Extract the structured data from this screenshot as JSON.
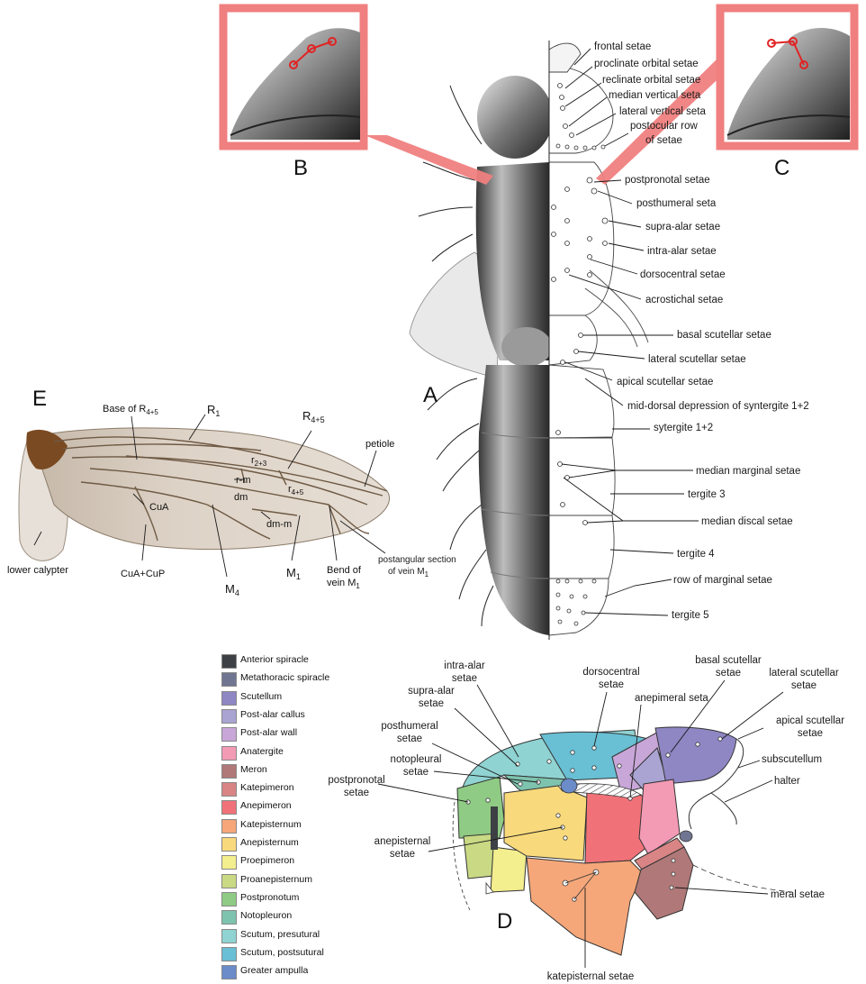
{
  "panels": {
    "a": "A",
    "b": "B",
    "c": "C",
    "d": "D",
    "e": "E"
  },
  "panel_a_labels": [
    "frontal setae",
    "proclinate orbital setae",
    "reclinate orbital setae",
    "median vertical seta",
    "lateral vertical seta",
    "postocular row",
    "of setae",
    "postpronotal setae",
    "posthumeral seta",
    "supra-alar setae",
    "intra-alar setae",
    "dorsocentral setae",
    "acrostichal setae",
    "basal scutellar setae",
    "lateral scutellar setae",
    "apical scutellar setae",
    "mid-dorsal depression of syntergite 1+2",
    "sytergite 1+2",
    "median marginal setae",
    "tergite 3",
    "median discal setae",
    "tergite 4",
    "row of marginal setae",
    "tergite 5"
  ],
  "panel_d_labels": {
    "intra_alar": [
      "intra-alar",
      "setae"
    ],
    "dorsocentral": [
      "dorsocentral",
      "setae"
    ],
    "basal_scutellar": [
      "basal scutellar",
      "setae"
    ],
    "lateral_scutellar": [
      "lateral scutellar",
      "setae"
    ],
    "supra_alar": [
      "supra-alar",
      "setae"
    ],
    "anepimeral": [
      "anepimeral seta"
    ],
    "apical_scutellar": [
      "apical scutellar",
      "setae"
    ],
    "posthumeral": [
      "posthumeral",
      "setae"
    ],
    "notopleural": [
      "notopleural",
      "setae"
    ],
    "subscutellum": [
      "subscutellum"
    ],
    "postpronotal": [
      "postpronotal",
      "setae"
    ],
    "halter": [
      "halter"
    ],
    "anepisternal": [
      "anepisternal",
      "setae"
    ],
    "meral": [
      "meral setae"
    ],
    "katepisternal": [
      "katepisternal setae"
    ]
  },
  "wing_labels": {
    "base_r45": "Base of R",
    "base_r45_sub": "4+5",
    "r1": "R",
    "r1_sub": "1",
    "R45": "R",
    "R45_sub": "4+5",
    "petiole": "petiole",
    "r23": "r",
    "r23_sub": "2+3",
    "rm": "r-m",
    "cua": "CuA",
    "dm": "dm",
    "r45": "r",
    "r45_sub": "4+5",
    "dmm": "dm-m",
    "lower_calypter": "lower calypter",
    "cuacup": "CuA+CuP",
    "m4": "M",
    "m4_sub": "4",
    "m1": "M",
    "m1_sub": "1",
    "bend": "Bend of",
    "bend2": "vein M",
    "bend2_sub": "1",
    "postang": "postangular section",
    "postang2": "of vein M",
    "postang2_sub": "1"
  },
  "legend": [
    {
      "label": "Anterior spiracle",
      "color": "#3d4044"
    },
    {
      "label": "Metathoracic spiracle",
      "color": "#707591"
    },
    {
      "label": "Scutellum",
      "color": "#8f86c4"
    },
    {
      "label": "Post-alar callus",
      "color": "#a9a4d2"
    },
    {
      "label": "Post-alar wall",
      "color": "#c8a7d8"
    },
    {
      "label": "Anatergite",
      "color": "#f39ab5"
    },
    {
      "label": "Meron",
      "color": "#b07878"
    },
    {
      "label": "Katepimeron",
      "color": "#d98585"
    },
    {
      "label": "Anepimeron",
      "color": "#f07278"
    },
    {
      "label": "Katepisternum",
      "color": "#f5a77a"
    },
    {
      "label": "Anepisternum",
      "color": "#f8d97c"
    },
    {
      "label": "Proepimeron",
      "color": "#f3ee8e"
    },
    {
      "label": "Proanepisternum",
      "color": "#c9d984"
    },
    {
      "label": "Postpronotum",
      "color": "#8fcb84"
    },
    {
      "label": "Notopleuron",
      "color": "#7ec3ad"
    },
    {
      "label": "Scutum, presutural",
      "color": "#8fd3d2"
    },
    {
      "label": "Scutum, postsutural",
      "color": "#69bfd4"
    },
    {
      "label": "Greater ampulla",
      "color": "#6b8bc9"
    }
  ],
  "colors": {
    "zoom_frame": "#f07f7f",
    "marker": "#e02424"
  }
}
